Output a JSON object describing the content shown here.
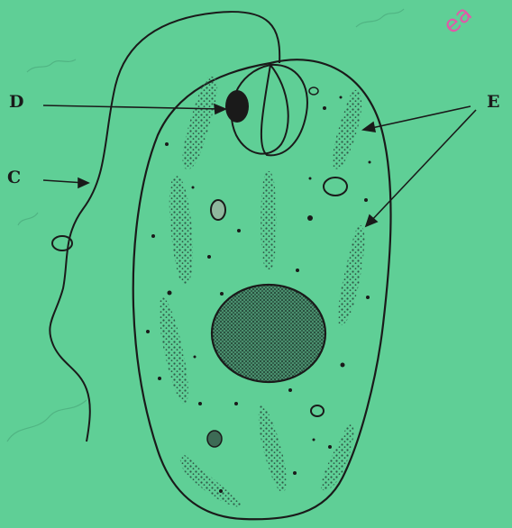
{
  "labels": {
    "d": "D",
    "c": "C",
    "e": "E"
  },
  "watermark": "ea",
  "colors": {
    "background": "#5fcf96",
    "ink": "#1a1a1a",
    "stipple": "#2f5a48",
    "watermark": "#e05aa8"
  }
}
